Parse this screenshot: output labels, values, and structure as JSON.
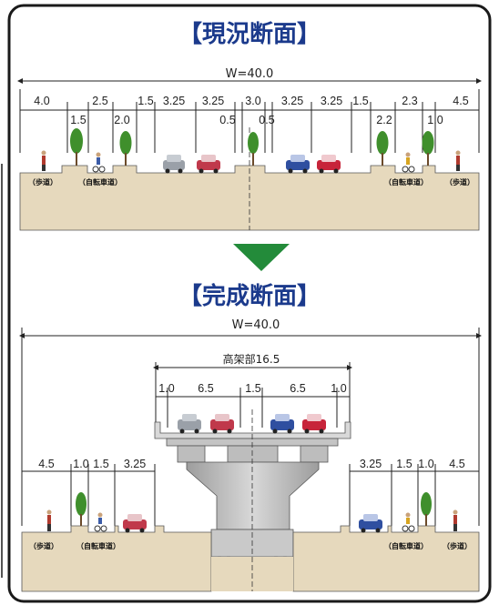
{
  "current": {
    "title": "【現況断面】",
    "total_width": "W=40.0",
    "dims_top": [
      "4.0",
      "2.5",
      "1.5",
      "3.25",
      "3.25",
      "3.0",
      "3.25",
      "3.25",
      "1.5",
      "2.3",
      "4.5"
    ],
    "dims_sub_left": [
      "1.5",
      "2.0",
      "0.5"
    ],
    "dims_sub_right": [
      "0.5",
      "2.2",
      "1.0"
    ],
    "labels": {
      "sidewalk_left": "（歩道）",
      "bike_left": "（自転車道）",
      "bike_right": "（自転車道）",
      "sidewalk_right": "（歩道）"
    }
  },
  "future": {
    "title": "【完成断面】",
    "total_width": "W=40.0",
    "elevated_label": "高架部16.5",
    "elevated_dims": [
      "1.0",
      "6.5",
      "1.5",
      "6.5",
      "1.0"
    ],
    "dims_left": [
      "4.5",
      "1.0",
      "1.5",
      "3.25"
    ],
    "dims_right": [
      "3.25",
      "1.5",
      "1.0",
      "4.5"
    ],
    "labels": {
      "sidewalk_left": "（歩道）",
      "bike_left": "（自転車道）",
      "bike_right": "（自転車道）",
      "sidewalk_right": "（歩道）"
    }
  },
  "colors": {
    "title": "#1b3a8c",
    "ground": "#e6d9bd",
    "pavement": "#bdbdbd",
    "arrow": "#238b3a",
    "tree": "#3f8f2c",
    "frame": "#1a1a1a"
  }
}
